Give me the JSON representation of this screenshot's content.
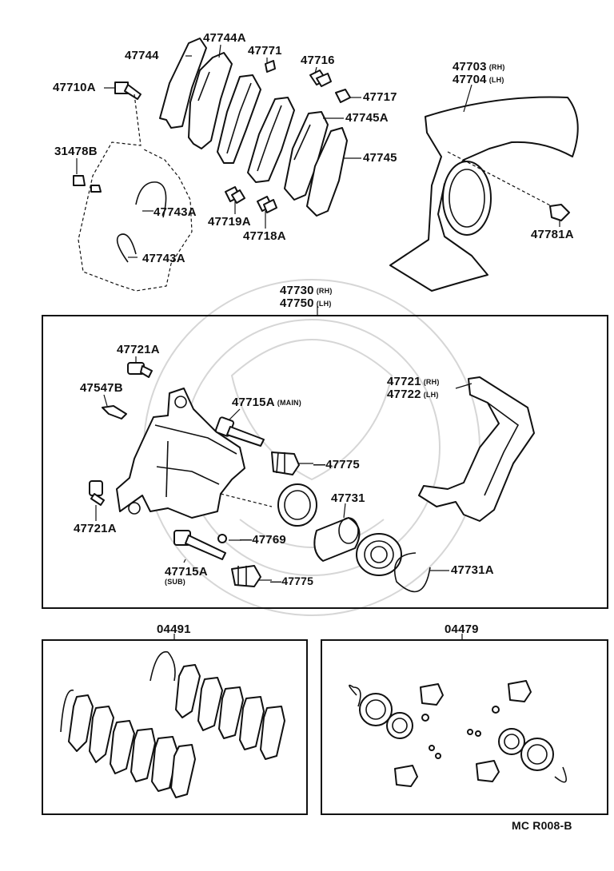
{
  "parts": {
    "p47744": "47744",
    "p47744A": "47744A",
    "p47771": "47771",
    "p47716": "47716",
    "p47710A": "47710A",
    "p47717": "47717",
    "p47745A": "47745A",
    "p47745": "47745",
    "p31478B": "31478B",
    "p47743A_top": "47743A",
    "p47743A_bot": "47743A",
    "p47719A": "47719A",
    "p47718A": "47718A",
    "p47703": "47703",
    "p47703_side": "(RH)",
    "p47704": "47704",
    "p47704_side": "(LH)",
    "p47781A": "47781A",
    "p47730": "47730",
    "p47730_side": "(RH)",
    "p47750": "47750",
    "p47750_side": "(LH)",
    "p47721A_top": "47721A",
    "p47547B": "47547B",
    "p47715A_main": "47715A",
    "p47715A_main_note": "(MAIN)",
    "p47721": "47721",
    "p47721_side": "(RH)",
    "p47722": "47722",
    "p47722_side": "(LH)",
    "p47775_top": "47775",
    "p47731": "47731",
    "p47721A_bot": "47721A",
    "p47769": "47769",
    "p47715A_sub": "47715A",
    "p47715A_sub_note": "(SUB)",
    "p47775_bot": "47775",
    "p47731A": "47731A"
  },
  "kits": {
    "left": "04491",
    "right": "04479"
  },
  "footer": {
    "code": "MC  R008-B"
  }
}
